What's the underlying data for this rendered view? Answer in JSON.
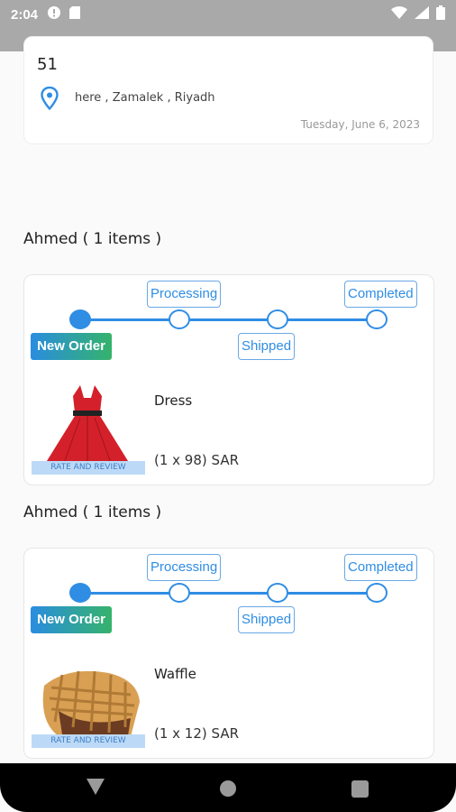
{
  "status_bar": {
    "time": "2:04",
    "icons": [
      "alert-icon",
      "sd-card-icon",
      "wifi-icon",
      "signal-icon",
      "battery-icon"
    ]
  },
  "address": {
    "number": "51",
    "location": "here , Zamalek , Riyadh",
    "date": "Tuesday, June 6, 2023",
    "icon": "location-pin-icon"
  },
  "orders": [
    {
      "title": "Ahmed ( 1 items )",
      "steps": {
        "new_order": "New Order",
        "processing": "Processing",
        "shipped": "Shipped",
        "completed": "Completed"
      },
      "current_step": 0,
      "product": {
        "name": "Dress",
        "price": "(1 x 98) SAR",
        "image": "red-dress"
      },
      "rate_review": "RATE AND REVIEW"
    },
    {
      "title": "Ahmed ( 1 items )",
      "steps": {
        "new_order": "New Order",
        "processing": "Processing",
        "shipped": "Shipped",
        "completed": "Completed"
      },
      "current_step": 0,
      "product": {
        "name": "Waffle",
        "price": "(1 x 12) SAR",
        "image": "waffle"
      },
      "rate_review": "RATE AND REVIEW"
    }
  ],
  "colors": {
    "accent": "#2f8de4",
    "status_bar": "#a9a9a9",
    "badge_gradient_start": "#2a8de0",
    "badge_gradient_end": "#35b36b"
  }
}
